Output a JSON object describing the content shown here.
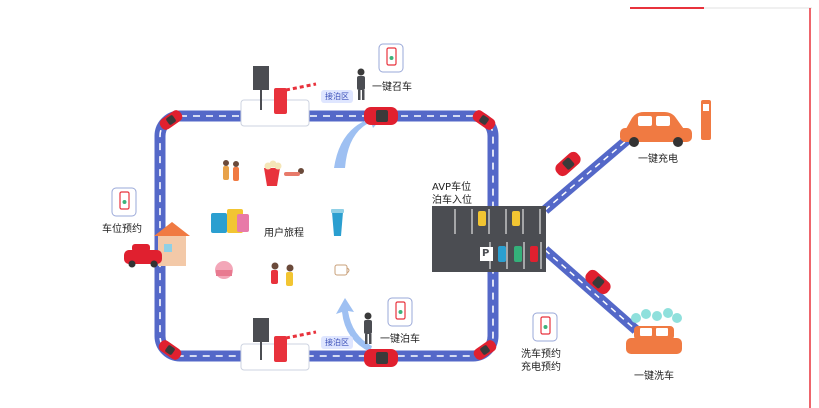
{
  "diagram": {
    "user_journey": "用户旅程",
    "parking_reservation": "车位预约",
    "one_key_summon": "一键召车",
    "one_key_park": "一键泊车",
    "pickup_zone_top": "接泊区",
    "pickup_zone_bottom": "接泊区",
    "avp_line1": "AVP车位",
    "avp_line2": "泊车入位",
    "one_key_charge": "一键充电",
    "one_key_wash": "一键洗车",
    "wash_line1": "洗车预约",
    "wash_line2": "充电预约",
    "parking_p": "P"
  },
  "colors": {
    "road": "#5468c8",
    "road_dash": "#ffffff",
    "car_red": "#e0202f",
    "arrow_blue": "#9ec0f2",
    "accent_red": "#e8323c",
    "lot_dark": "#4b4d52",
    "charger_orange": "#f07a42"
  }
}
